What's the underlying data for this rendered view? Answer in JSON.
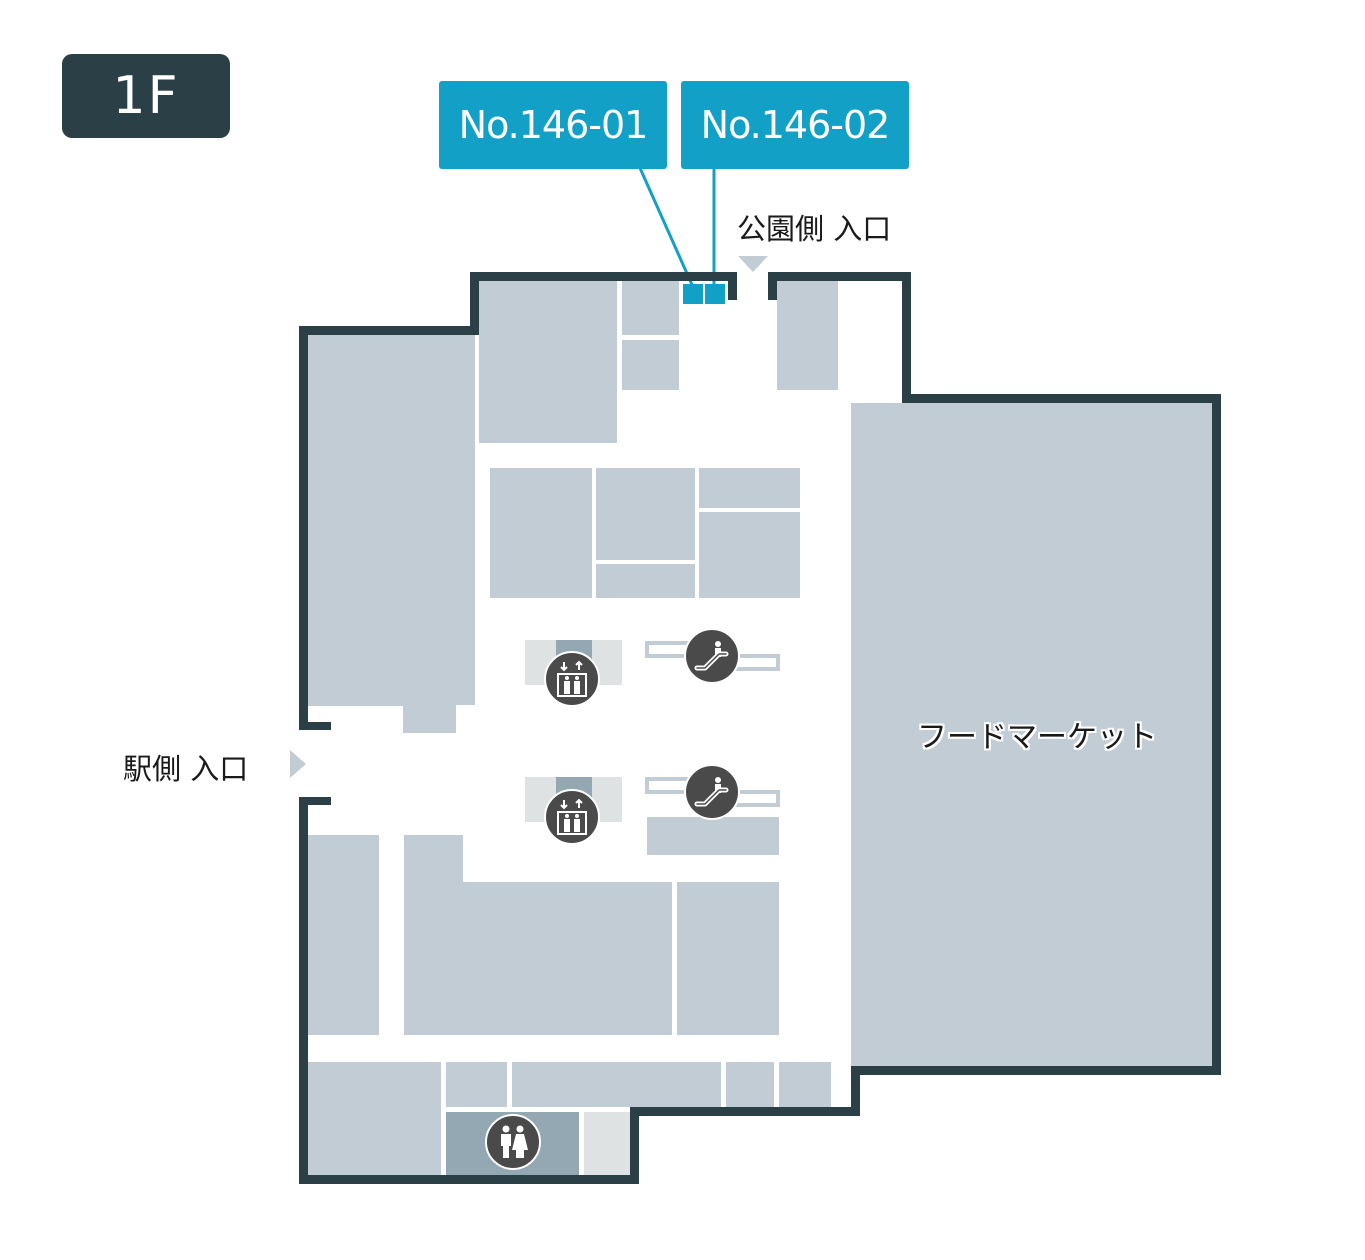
{
  "floor": {
    "label": "1F"
  },
  "units": [
    {
      "id": "No.146-01",
      "color": "#13a0c6"
    },
    {
      "id": "No.146-02",
      "color": "#13a0c6"
    }
  ],
  "entrances": {
    "park": {
      "label": "公園側 入口"
    },
    "station": {
      "label": "駅側 入口"
    }
  },
  "zones": {
    "food_market": {
      "label": "フードマーケット"
    }
  },
  "icons": {
    "elevator": "elevator-icon",
    "escalator": "escalator-icon",
    "restroom": "restroom-icon"
  },
  "colors": {
    "wall": "#2b3f47",
    "tenant": "#c1ccd4",
    "highlight": "#13a0c6",
    "facility": "#93a8b3",
    "icon_bg": "#4a4a4a"
  }
}
